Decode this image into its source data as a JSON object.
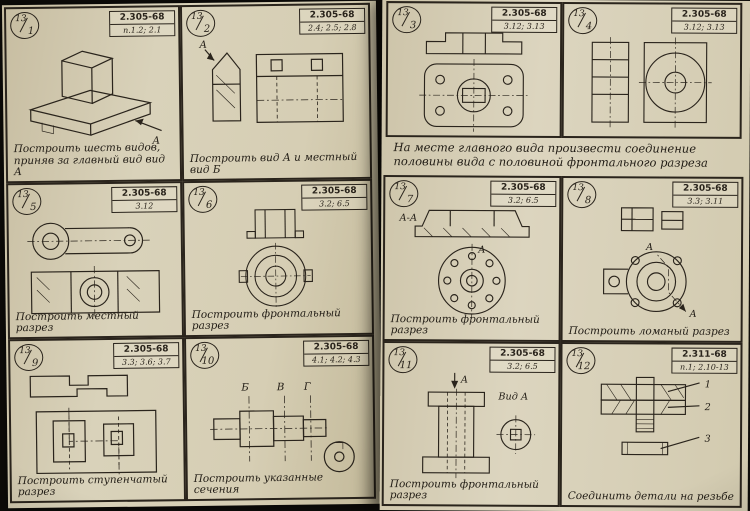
{
  "colors": {
    "paper": "#d6ceb4",
    "ink": "#2a241c",
    "photo_bg": "#0f0d0a"
  },
  "shared_caption": "На месте главного вида произвести соединение половины вида с половиной фронтального разреза",
  "panels": [
    {
      "num": "13",
      "sub": "1",
      "std": "2.305-68",
      "pts": "п.1.2; 2.1",
      "caption": "Построить шесть видов, приняв за главный вид вид А",
      "labels": {
        "view": "А"
      }
    },
    {
      "num": "13",
      "sub": "2",
      "std": "2.305-68",
      "pts": "2.4; 2.5; 2.8",
      "caption": "Построить вид А и местный вид Б",
      "labels": {
        "view": "А"
      }
    },
    {
      "num": "13",
      "sub": "3",
      "std": "2.305-68",
      "pts": "3.12; 3.13",
      "caption": ""
    },
    {
      "num": "13",
      "sub": "4",
      "std": "2.305-68",
      "pts": "3.12; 3.13",
      "caption": ""
    },
    {
      "num": "13",
      "sub": "5",
      "std": "2.305-68",
      "pts": "3.12",
      "caption": "Построить местный разрез"
    },
    {
      "num": "13",
      "sub": "6",
      "std": "2.305-68",
      "pts": "3.2; 6.5",
      "caption": "Построить фронтальный разрез"
    },
    {
      "num": "13",
      "sub": "7",
      "std": "2.305-68",
      "pts": "3.2; 6.5",
      "caption": "Построить фронтальный разрез",
      "labels": {
        "section": "А-А",
        "trace": "А"
      }
    },
    {
      "num": "13",
      "sub": "8",
      "std": "2.305-68",
      "pts": "3.3; 3.11",
      "caption": "Построить ломаный разрез",
      "labels": {
        "trace": "А"
      }
    },
    {
      "num": "13",
      "sub": "9",
      "std": "2.305-68",
      "pts": "3.3; 3.6; 3.7",
      "caption": "Построить ступенчатый разрез"
    },
    {
      "num": "13",
      "sub": "10",
      "std": "2.305-68",
      "pts": "4.1; 4.2; 4.3",
      "caption": "Построить указанные сечения",
      "labels": {
        "s1": "Б",
        "s2": "В",
        "s3": "Г"
      }
    },
    {
      "num": "13",
      "sub": "11",
      "std": "2.305-68",
      "pts": "3.2; 6.5",
      "caption": "Построить фронтальный разрез",
      "labels": {
        "trace": "А",
        "view": "Вид А"
      }
    },
    {
      "num": "13",
      "sub": "12",
      "std": "2.311-68",
      "pts": "п.1; 2.10-13",
      "caption": "Соединить детали на резьбе",
      "labels": {
        "n1": "1",
        "n2": "2",
        "n3": "3"
      }
    }
  ]
}
